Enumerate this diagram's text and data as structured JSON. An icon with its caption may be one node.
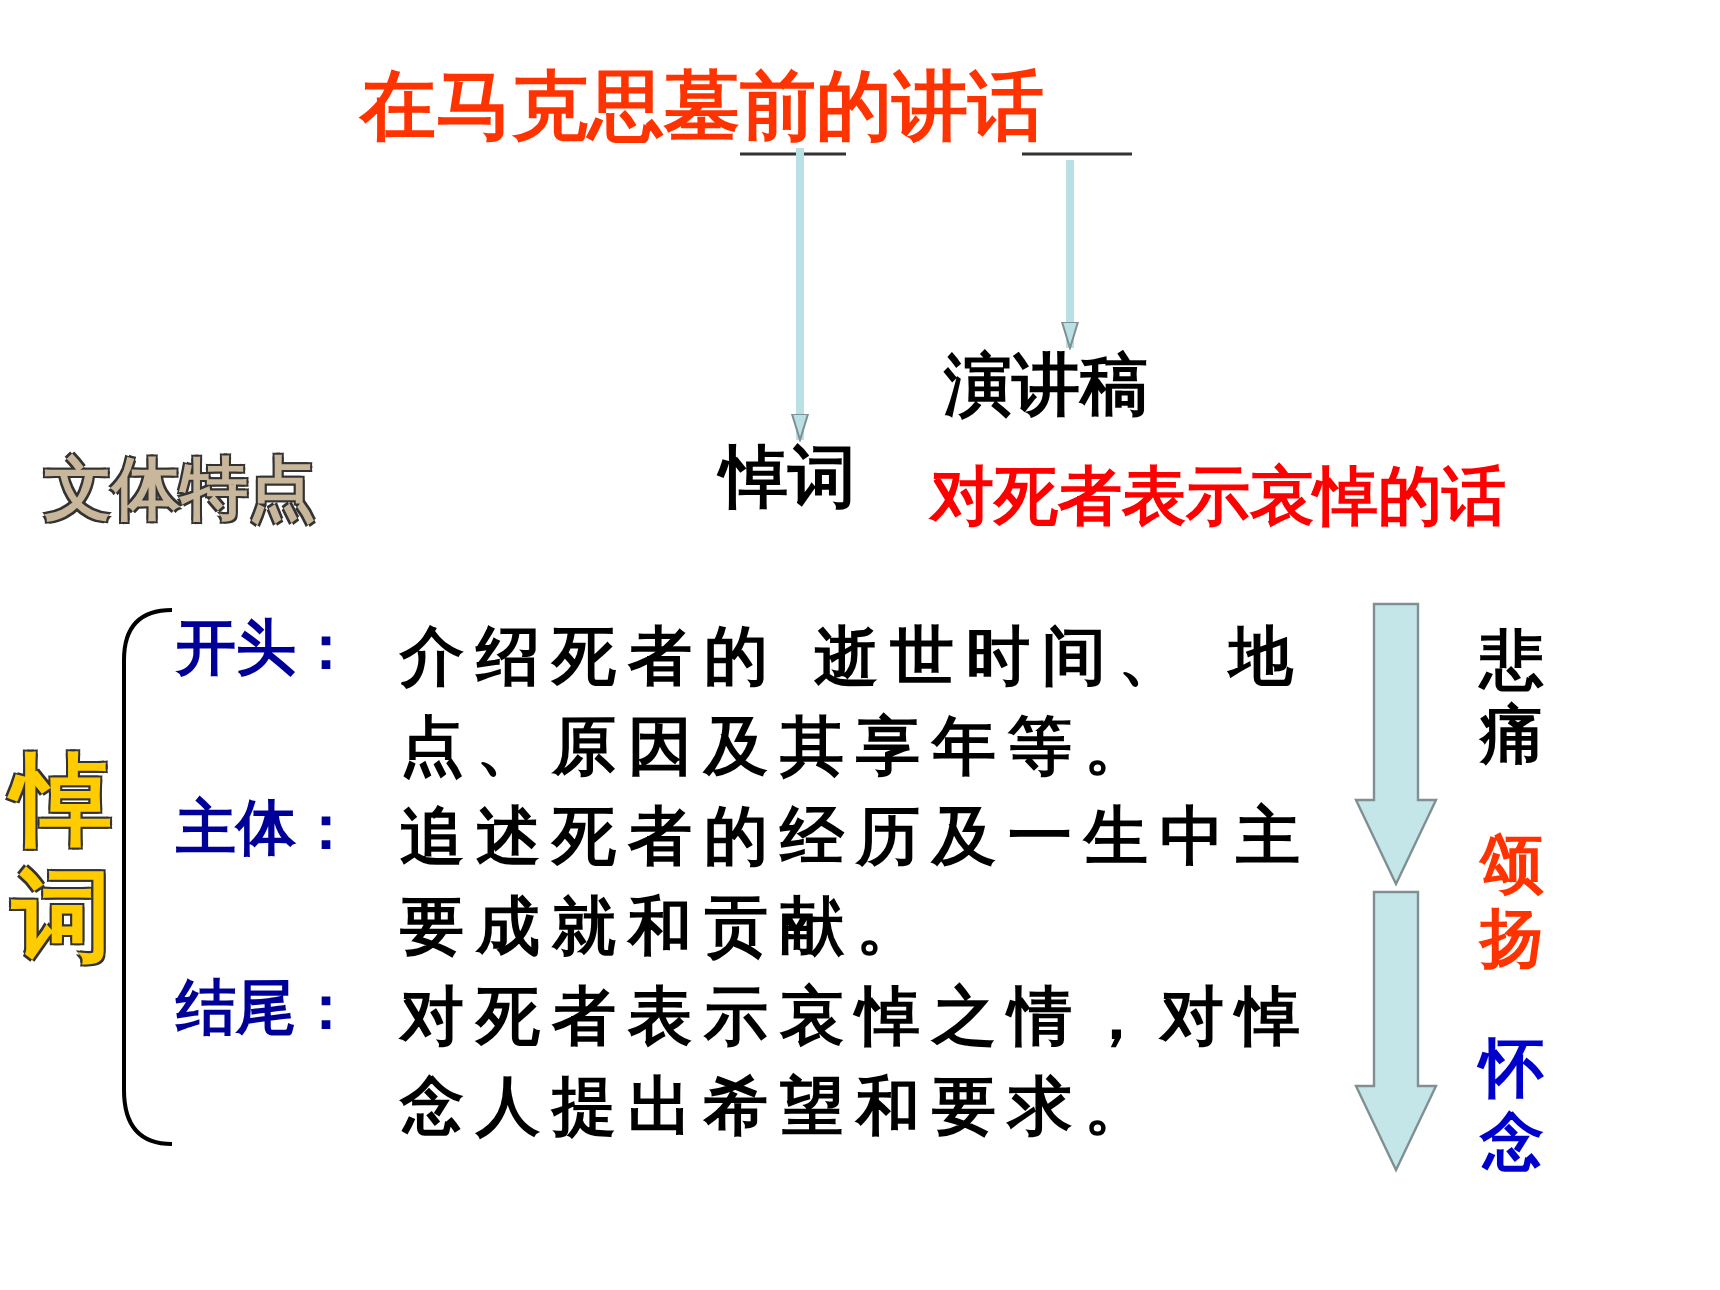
{
  "diagram": {
    "nodes": [
      {
        "text": [
          "在马克思墓前的讲话"
        ]
      },
      {
        "text": [
          "悼词"
        ]
      },
      {
        "text": [
          "演讲稿"
        ]
      }
    ],
    "edges": [
      {
        "from": 0,
        "to": 1,
        "arrow": "to"
      },
      {
        "from": 0,
        "to": 2,
        "arrow": "to"
      }
    ],
    "labels": [
      "文体特点",
      "对死者表示哀悼的话",
      "悼词",
      "开头：",
      "介绍死者的 逝世时间、 地点、原因及其享年等。",
      "悲痛",
      "主体：",
      "追述死者的经历及一生中主要成就和贡献。",
      "颂扬",
      "结尾：",
      "对死者表示哀悼之情，对悼念人提出希望和要求。",
      "怀念"
    ]
  }
}
